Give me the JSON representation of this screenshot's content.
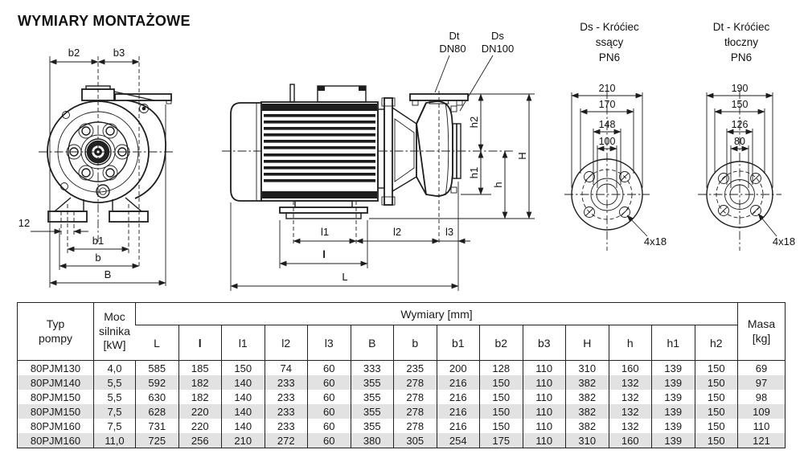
{
  "page": {
    "title": "WYMIARY MONTAŻOWE"
  },
  "front_view": {
    "dims": {
      "b2": "b2",
      "b3": "b3",
      "offset12": "12",
      "b1": "b1",
      "b": "b",
      "B": "B"
    }
  },
  "side_view": {
    "port_labels": {
      "dt": "Dt",
      "dt_size": "DN80",
      "ds": "Ds",
      "ds_size": "DN100"
    },
    "dims": {
      "h2": "h2",
      "h1": "h1",
      "h": "h",
      "H": "H",
      "l1": "l1",
      "l2": "l2",
      "l3": "l3",
      "l": "l",
      "L": "L"
    }
  },
  "suction_flange": {
    "title": [
      "Ds - Króćiec",
      "ssący",
      "PN6"
    ],
    "dims": {
      "outer": "210",
      "bolt_circle": "170",
      "neck": "148",
      "bore": "100"
    },
    "holes": "4x18"
  },
  "discharge_flange": {
    "title": [
      "Dt - Króćiec",
      "tłoczny",
      "PN6"
    ],
    "dims": {
      "outer": "190",
      "bolt_circle": "150",
      "neck": "126",
      "bore": "80"
    },
    "holes": "4x18"
  },
  "table": {
    "header": {
      "typ": [
        "Typ",
        "pompy"
      ],
      "moc": [
        "Moc",
        "silnika",
        "[kW]"
      ],
      "wymiary": "Wymiary [mm]",
      "dim_cols": [
        "L",
        "l",
        "l1",
        "l2",
        "l3",
        "B",
        "b",
        "b1",
        "b2",
        "b3",
        "H",
        "h",
        "h1",
        "h2"
      ],
      "masa": [
        "Masa",
        "[kg]"
      ]
    },
    "rows": [
      [
        "80PJM130",
        "4,0",
        "585",
        "185",
        "150",
        "74",
        "60",
        "333",
        "235",
        "200",
        "128",
        "110",
        "310",
        "160",
        "139",
        "150",
        "69"
      ],
      [
        "80PJM140",
        "5,5",
        "592",
        "182",
        "140",
        "233",
        "60",
        "355",
        "278",
        "216",
        "150",
        "110",
        "382",
        "132",
        "139",
        "150",
        "97"
      ],
      [
        "80PJM150",
        "5,5",
        "630",
        "182",
        "140",
        "233",
        "60",
        "355",
        "278",
        "216",
        "150",
        "110",
        "382",
        "132",
        "139",
        "150",
        "98"
      ],
      [
        "80PJM150",
        "7,5",
        "628",
        "220",
        "140",
        "233",
        "60",
        "355",
        "278",
        "216",
        "150",
        "110",
        "382",
        "132",
        "139",
        "150",
        "109"
      ],
      [
        "80PJM160",
        "7,5",
        "731",
        "220",
        "140",
        "233",
        "60",
        "355",
        "278",
        "216",
        "150",
        "110",
        "382",
        "132",
        "139",
        "150",
        "110"
      ],
      [
        "80PJM160",
        "11,0",
        "725",
        "256",
        "210",
        "272",
        "60",
        "380",
        "305",
        "254",
        "175",
        "110",
        "310",
        "160",
        "139",
        "150",
        "121"
      ]
    ]
  },
  "colors": {
    "line": "#1d1d1d",
    "row_alt": "#e2e2e2",
    "text": "#111111"
  }
}
